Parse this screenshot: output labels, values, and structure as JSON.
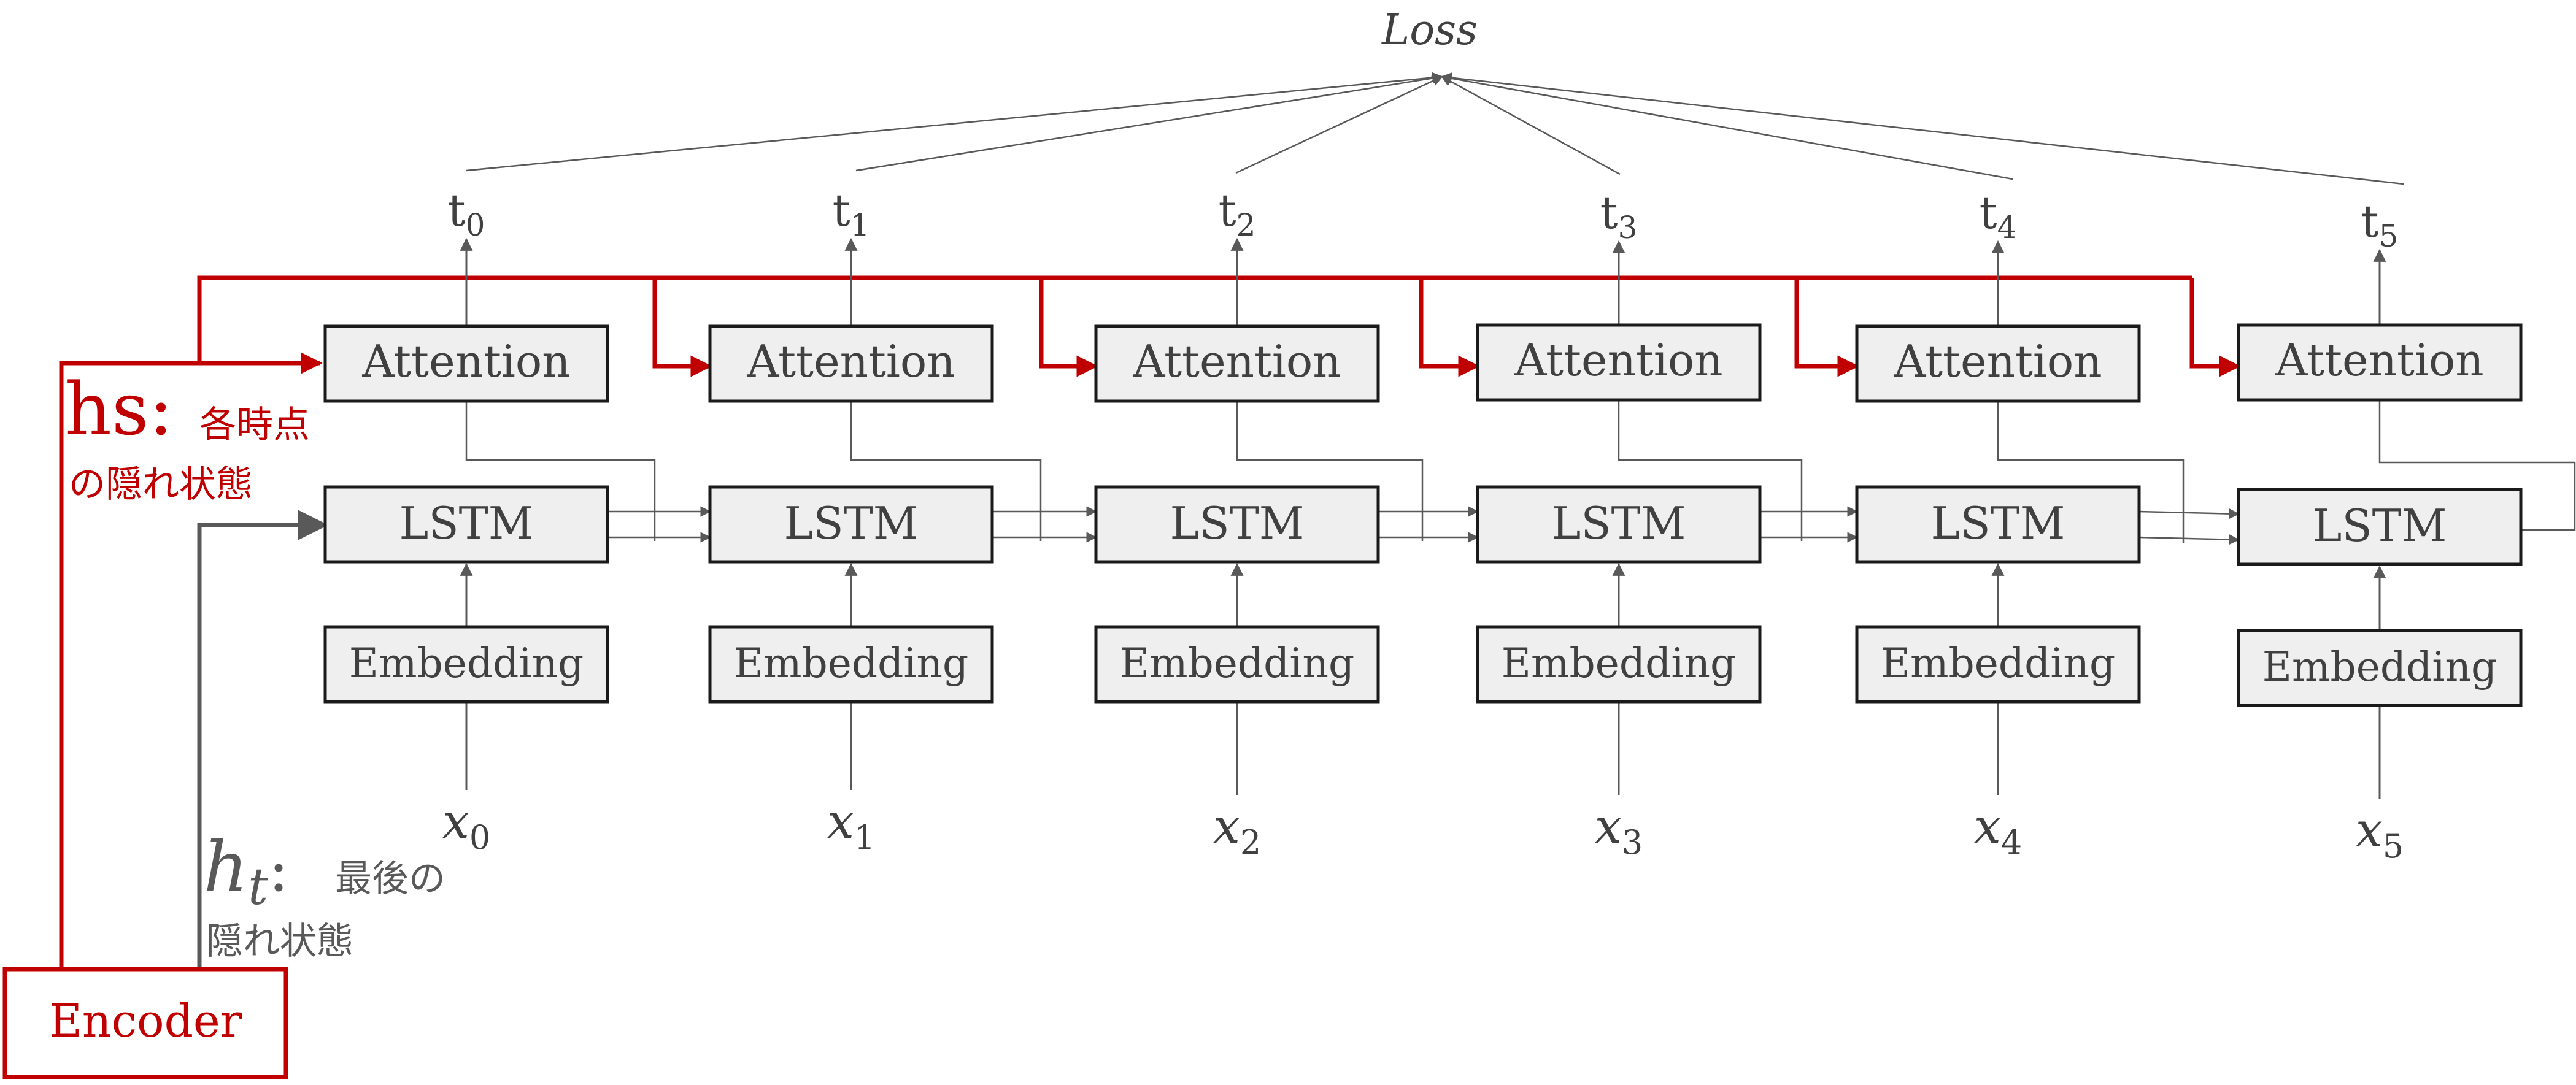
{
  "loss": {
    "label": "Loss"
  },
  "steps": [
    {
      "attention": "Attention",
      "lstm": "LSTM",
      "embedding": "Embedding",
      "t_base": "t",
      "t_sub": "0",
      "x_base": "x",
      "x_sub": "0"
    },
    {
      "attention": "Attention",
      "lstm": "LSTM",
      "embedding": "Embedding",
      "t_base": "t",
      "t_sub": "1",
      "x_base": "x",
      "x_sub": "1"
    },
    {
      "attention": "Attention",
      "lstm": "LSTM",
      "embedding": "Embedding",
      "t_base": "t",
      "t_sub": "2",
      "x_base": "x",
      "x_sub": "2"
    },
    {
      "attention": "Attention",
      "lstm": "LSTM",
      "embedding": "Embedding",
      "t_base": "t",
      "t_sub": "3",
      "x_base": "x",
      "x_sub": "3"
    },
    {
      "attention": "Attention",
      "lstm": "LSTM",
      "embedding": "Embedding",
      "t_base": "t",
      "t_sub": "4",
      "x_base": "x",
      "x_sub": "4"
    },
    {
      "attention": "Attention",
      "lstm": "LSTM",
      "embedding": "Embedding",
      "t_base": "t",
      "t_sub": "5",
      "x_base": "x",
      "x_sub": "5"
    }
  ],
  "encoder": {
    "label": "Encoder"
  },
  "hs": {
    "symbol": "hs:",
    "line1": "各時点",
    "line2": "の隠れ状態"
  },
  "ht": {
    "symbol_base": "h",
    "symbol_sub": "t",
    "colon": ":",
    "line1": "最後の",
    "line2": "隠れ状態"
  },
  "colors": {
    "red": "#c00000",
    "gray": "#595959",
    "dark": "#404040",
    "box_fill": "#efefef"
  }
}
